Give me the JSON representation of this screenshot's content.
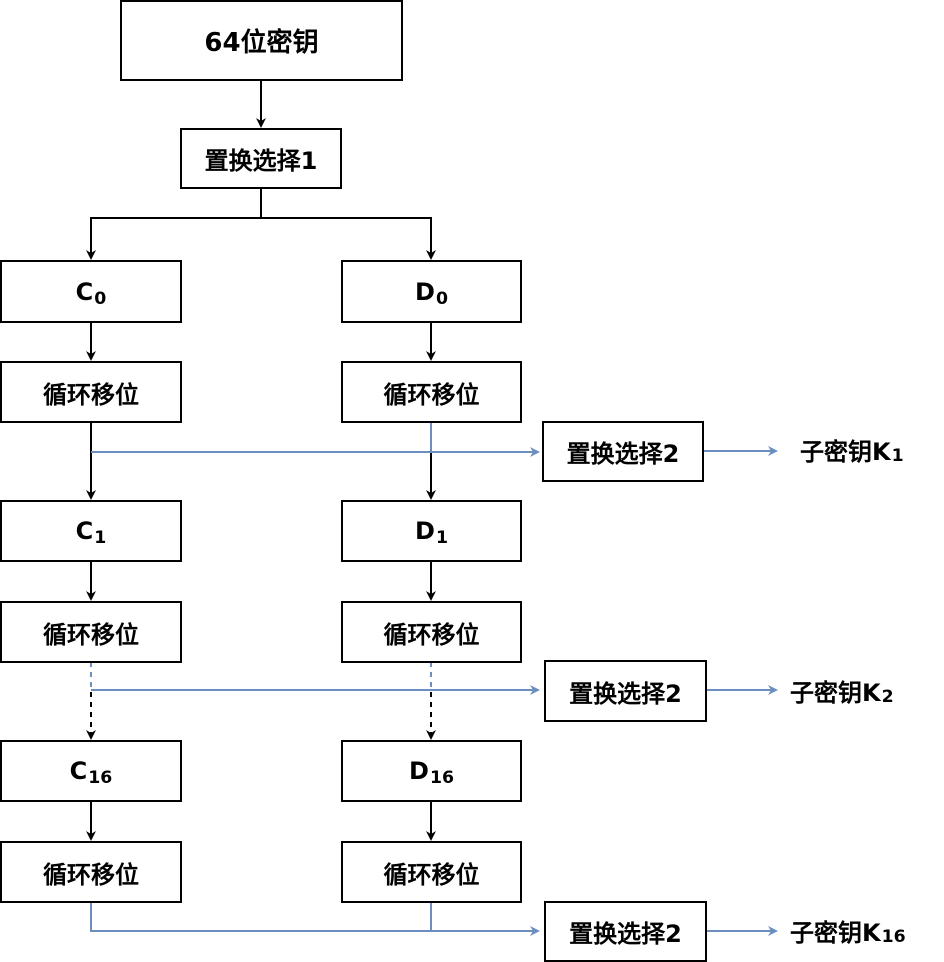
{
  "key_box": "64位密钥",
  "pc1_box": "置换选择1",
  "left_column": {
    "initial": {
      "base": "C",
      "sub": "0"
    },
    "round1": {
      "base": "C",
      "sub": "1"
    },
    "round16": {
      "base": "C",
      "sub": "16"
    }
  },
  "right_column": {
    "initial": {
      "base": "D",
      "sub": "0"
    },
    "round1": {
      "base": "D",
      "sub": "1"
    },
    "round16": {
      "base": "D",
      "sub": "16"
    }
  },
  "shift_label": "循环移位",
  "pc2_label": "置换选择2",
  "subkeys": [
    {
      "base": "子密钥K",
      "sub": "1"
    },
    {
      "base": "子密钥K",
      "sub": "2"
    },
    {
      "base": "子密钥K",
      "sub": "16"
    }
  ],
  "colors": {
    "main_flow": "#000000",
    "subkey_flow": "#6c8ebf"
  }
}
